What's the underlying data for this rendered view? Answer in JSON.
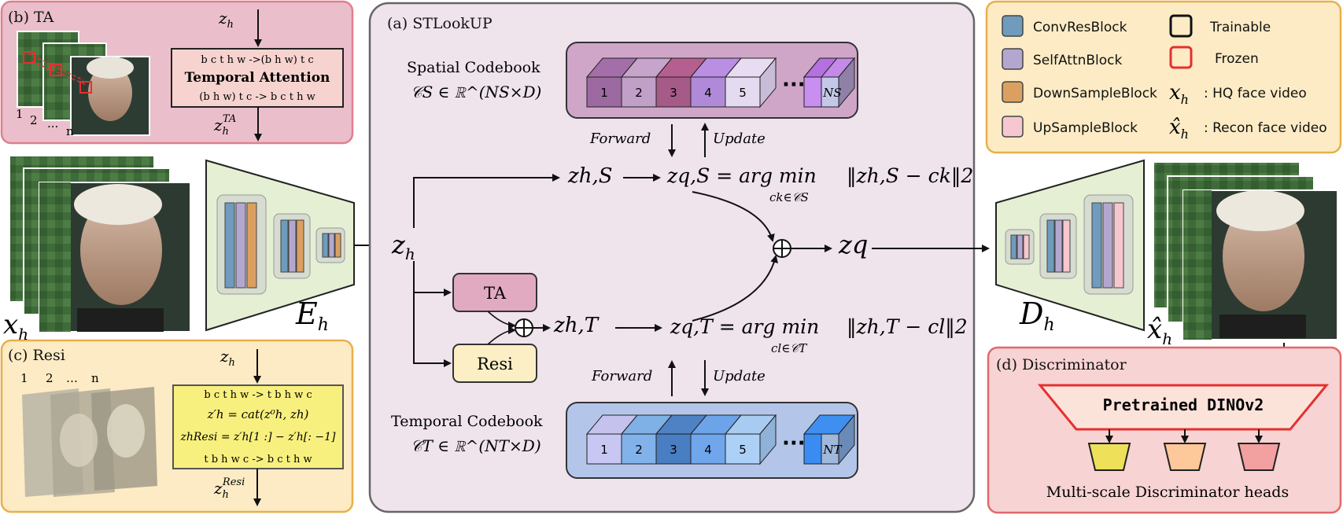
{
  "colors": {
    "ta_panel": "#eabfcb",
    "resi_panel": "#fcebc4",
    "stlookup_panel": "#efe3ec",
    "legend_panel": "#fcebc4",
    "disc_panel": "#f7d3d3",
    "convres": "#6f9bbd",
    "selfattn": "#b4a7cf",
    "downsample": "#dba060",
    "upsample": "#f6c7cf",
    "spatial_codebook_bg": "#cfa6c8",
    "temporal_codebook_bg": "#b3c6ea",
    "encoder_fill": "#e5efd3",
    "ta_block": "#e1aac0",
    "resi_block": "#fcefc6",
    "frozen_red": "#e53030",
    "resi_formula_bg": "#f8f07e"
  },
  "panel_b": {
    "title": "(b) TA",
    "input": "z",
    "input_sub": "h",
    "line1": "b c t h w ->(b h w) t c",
    "line2": "Temporal Attention",
    "line3": "(b h w) t c -> b c t h w",
    "output": "z",
    "output_sub": "h",
    "output_sup": "TA",
    "frame_labels": [
      "1",
      "2",
      "n"
    ],
    "dots": "..."
  },
  "panel_c": {
    "title": "(c) Resi",
    "input": "z",
    "input_sub": "h",
    "line1": "b c t h w -> t b h w c",
    "line2": "z′h = cat(z⁰h, zh)",
    "line3": "zhResi = z′h[1 :] − z′h[: −1]",
    "line4": "t b h w c -> b c t h w",
    "output": "z",
    "output_sub": "h",
    "output_sup": "Resi",
    "frame_labels": [
      "1",
      "2",
      "…",
      "n"
    ]
  },
  "panel_a": {
    "title": "(a) STLookUP",
    "spatial_label": "Spatial Codebook",
    "spatial_math": "𝒞S ∈ ℝ^(NS×D)",
    "temporal_label": "Temporal Codebook",
    "temporal_math": "𝒞T ∈ ℝ^(NT×D)",
    "spatial_cells": [
      "1",
      "2",
      "3",
      "4",
      "5"
    ],
    "temporal_cells": [
      "1",
      "2",
      "3",
      "4",
      "5"
    ],
    "spatial_last": "NS",
    "temporal_last": "NT",
    "ellipsis": "···",
    "forward": "Forward",
    "update": "Update",
    "zhS": "zh,S",
    "zhT": "zh,T",
    "eqS_lhs": "zq,S = arg min",
    "eqS_sub": "ck∈𝒞S",
    "eqS_rhs": "‖zh,S − ck‖2",
    "eqT_lhs": "zq,T = arg min",
    "eqT_sub": "cl∈𝒞T",
    "eqT_rhs": "‖zh,T − cl‖2",
    "ta_label": "TA",
    "resi_label": "Resi",
    "zq": "zq",
    "zh": "zh"
  },
  "encoder": {
    "label": "E",
    "label_sub": "h",
    "input": "x",
    "input_sub": "h"
  },
  "decoder": {
    "label": "D",
    "label_sub": "h",
    "output": "x̂",
    "output_sub": "h"
  },
  "legend": {
    "items": [
      {
        "label": "ConvResBlock"
      },
      {
        "label": "SelfAttnBlock"
      },
      {
        "label": "DownSampleBlock"
      },
      {
        "label": "UpSampleBlock"
      }
    ],
    "trainable": "Trainable",
    "frozen": "Frozen",
    "hq": ": HQ face video",
    "recon": ": Recon face video",
    "hq_sym": "x",
    "hq_sub": "h",
    "recon_sym": "x̂",
    "recon_sub": "h"
  },
  "panel_d": {
    "title": "(d) Discriminator",
    "model": "Pretrained DINOv2",
    "heads_label": "Multi-scale Discriminator heads",
    "head_colors": [
      "#efe05a",
      "#fdc89a",
      "#f3a0a0"
    ]
  }
}
